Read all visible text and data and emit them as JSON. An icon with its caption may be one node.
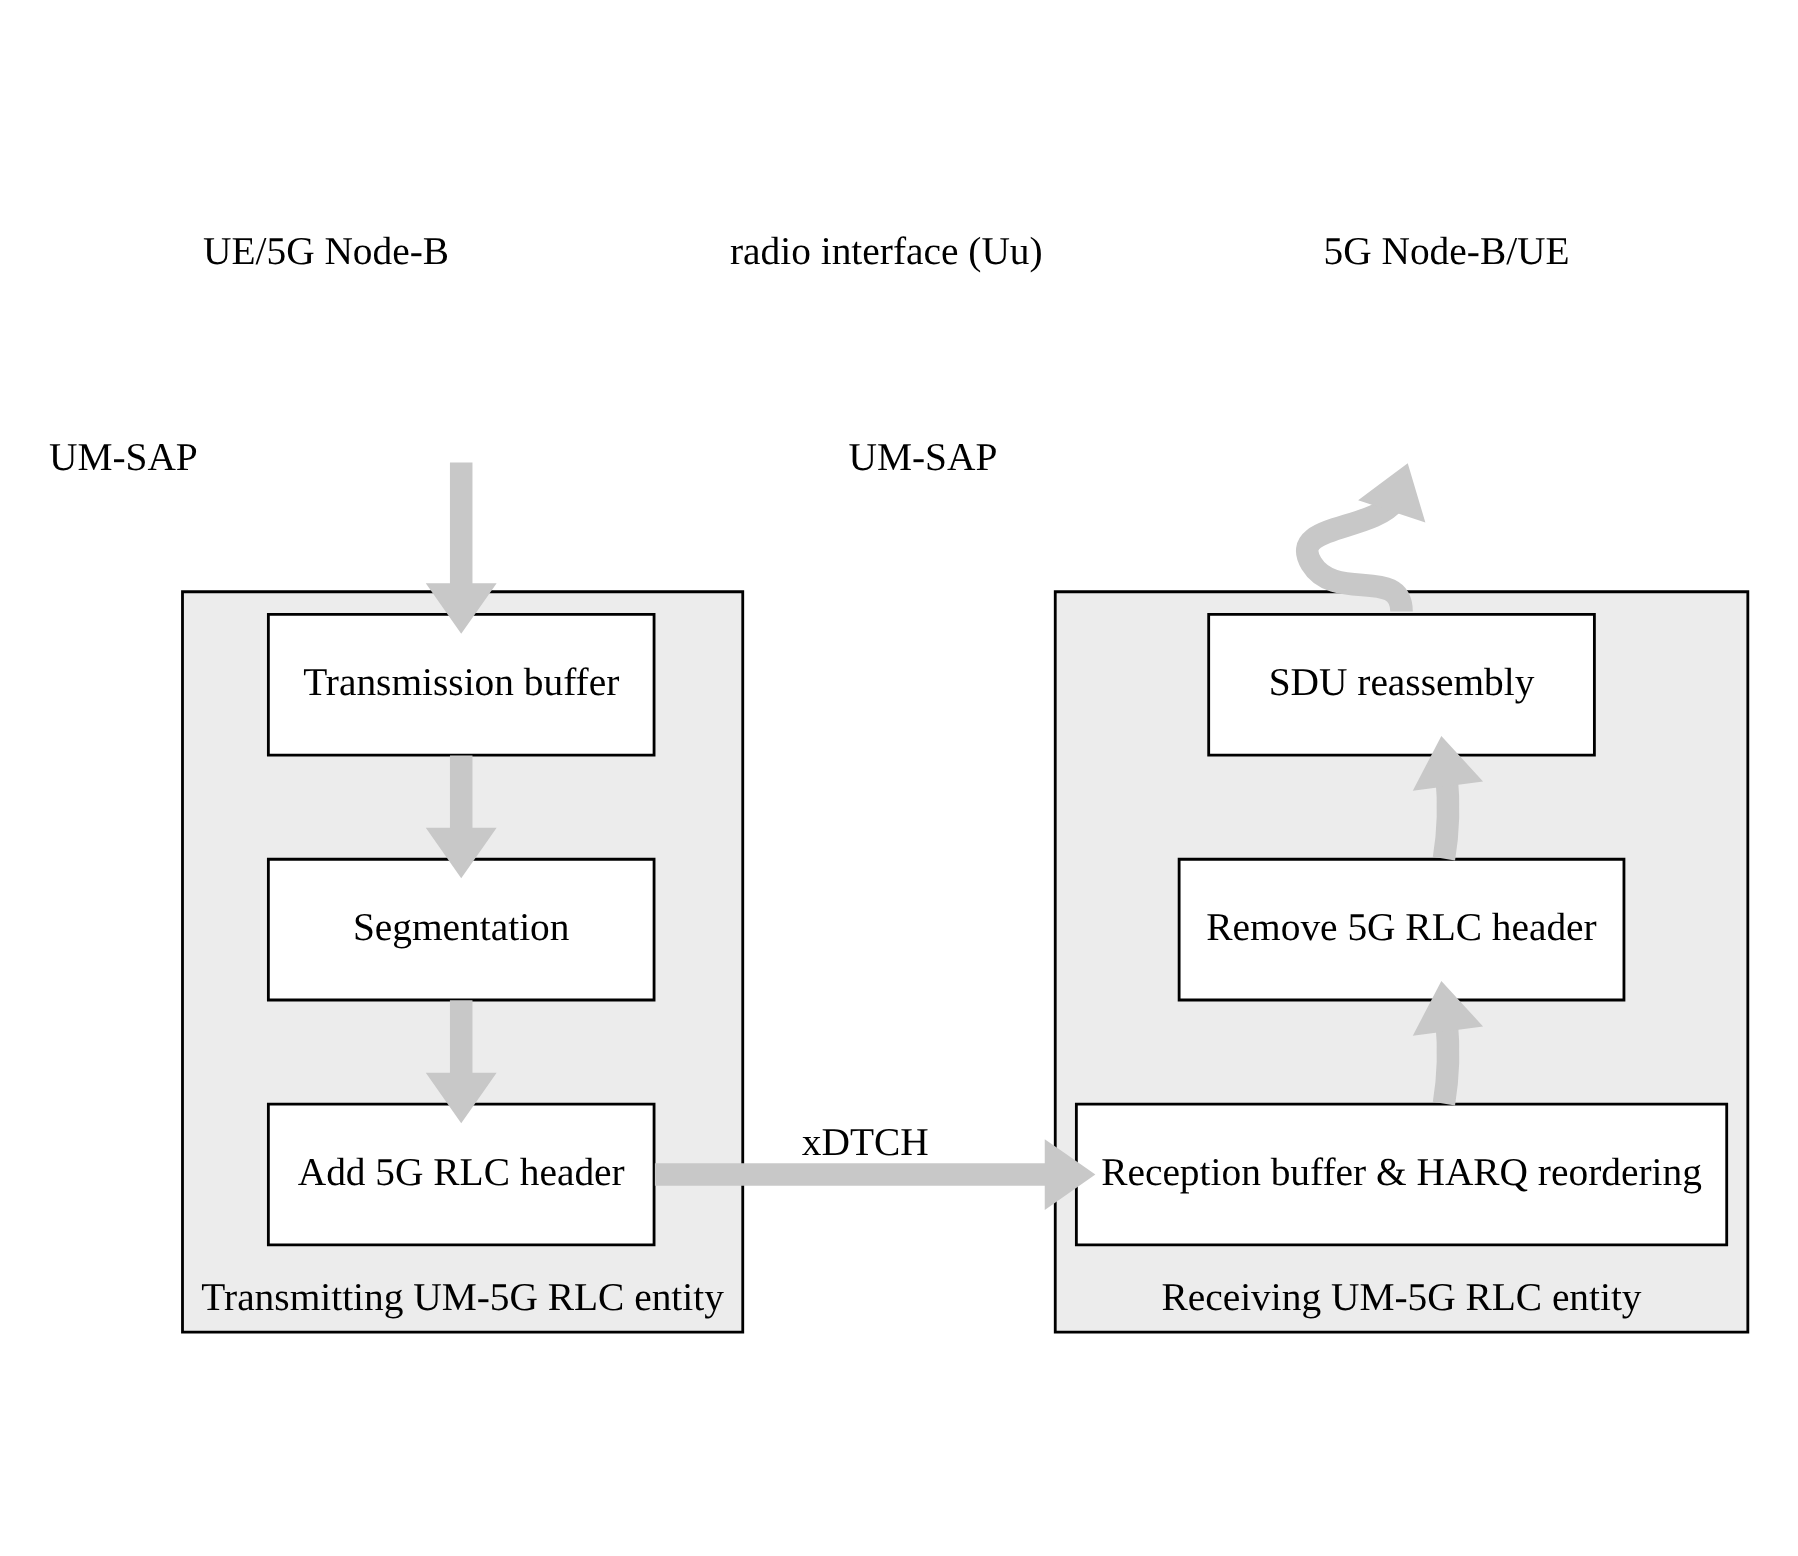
{
  "diagram": {
    "nodes": [
      {
        "text": [],
        "shape": "box",
        "beside": [
          "Transmitting UM-5G RLC entity"
        ]
      },
      {
        "text": [
          "Transmission buffer"
        ],
        "in": 0
      },
      {
        "text": [
          "Segmentation"
        ],
        "in": 0
      },
      {
        "text": [
          "Add 5G RLC header"
        ],
        "in": 0
      },
      {
        "text": [],
        "shape": "box",
        "beside": [
          "Receiving UM-5G RLC entity"
        ]
      },
      {
        "text": [
          "SDU reassembly"
        ],
        "in": 4
      },
      {
        "text": [
          "Remove 5G RLC header"
        ],
        "in": 4
      },
      {
        "text": [
          "Reception buffer & HARQ reordering"
        ],
        "in": 4
      }
    ],
    "edges": [
      {
        "from": null,
        "to": 1,
        "arrow": "to"
      },
      {
        "from": 1,
        "to": 2,
        "arrow": "to"
      },
      {
        "from": 2,
        "to": 3,
        "arrow": "to"
      },
      {
        "from": 3,
        "to": 7,
        "arrow": "to",
        "label": "xDTCH"
      },
      {
        "from": 7,
        "to": 6,
        "arrow": "to"
      },
      {
        "from": 6,
        "to": 5,
        "arrow": "to"
      },
      {
        "from": 5,
        "to": null,
        "arrow": "to"
      }
    ],
    "labels": [
      "UE/5G Node-B",
      "5G Node-B/UE",
      "radio interface (Uu)",
      "UM-SAP",
      "UM-SAP"
    ]
  }
}
